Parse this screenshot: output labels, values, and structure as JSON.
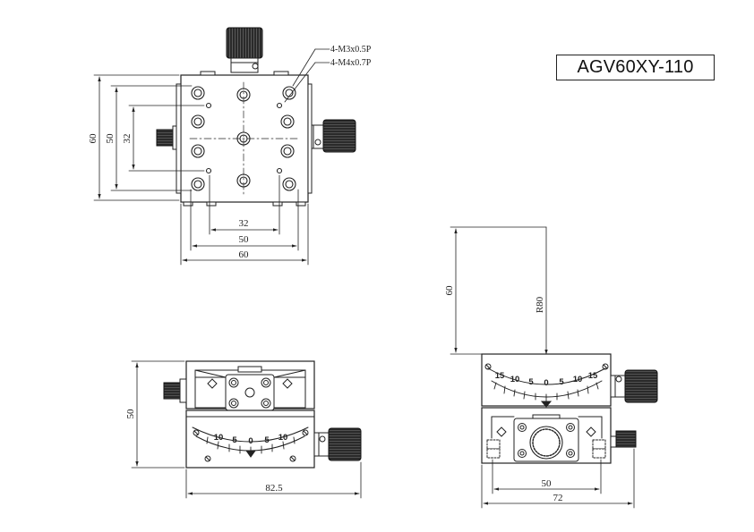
{
  "title": "AGV60XY-110",
  "notes": {
    "m3": "4-M3x0.5P",
    "m4": "4-M4x0.7P"
  },
  "top_view": {
    "width_dims": [
      "32",
      "50",
      "60"
    ],
    "height_dims": [
      "60",
      "50",
      "32"
    ]
  },
  "front_view": {
    "width": "82.5",
    "height": "50",
    "scale_labels": [
      "10",
      "5",
      "0",
      "5",
      "10"
    ]
  },
  "side_view": {
    "radius": "R80",
    "height": "60",
    "scale_labels": [
      "15",
      "10",
      "5",
      "0",
      "5",
      "10",
      "15"
    ],
    "width_dims": [
      "50",
      "72"
    ]
  }
}
